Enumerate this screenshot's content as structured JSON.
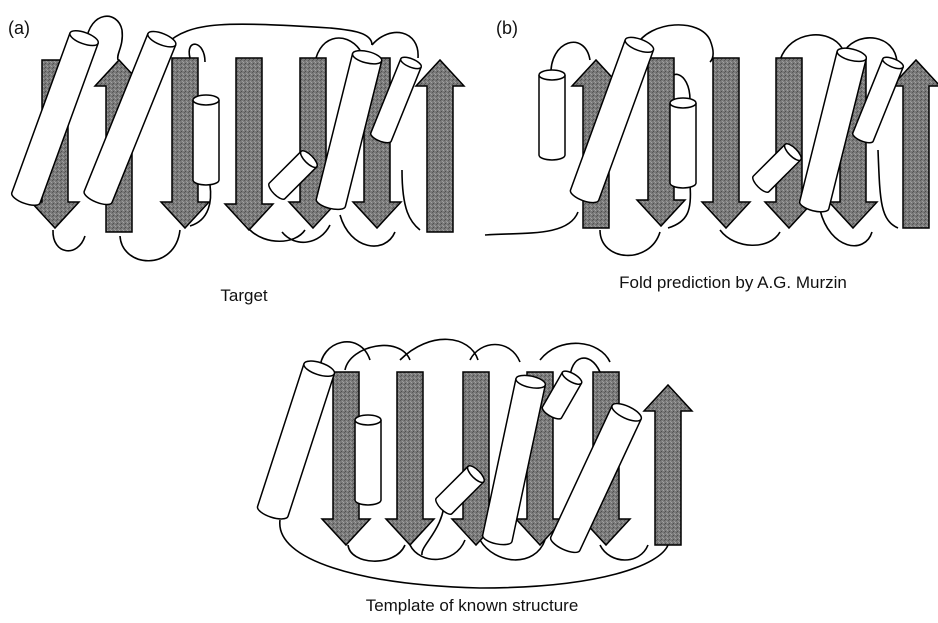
{
  "panel_a": {
    "letter": "(a)",
    "caption": "Target"
  },
  "panel_b": {
    "letter": "(b)",
    "caption": "Fold prediction by A.G. Murzin"
  },
  "panel_c": {
    "caption": "Template of known structure"
  },
  "colors": {
    "strand_fill": "#7d7d7d",
    "strand_stroke": "#000000",
    "helix_fill": "#ffffff",
    "loop_stroke": "#000000"
  }
}
